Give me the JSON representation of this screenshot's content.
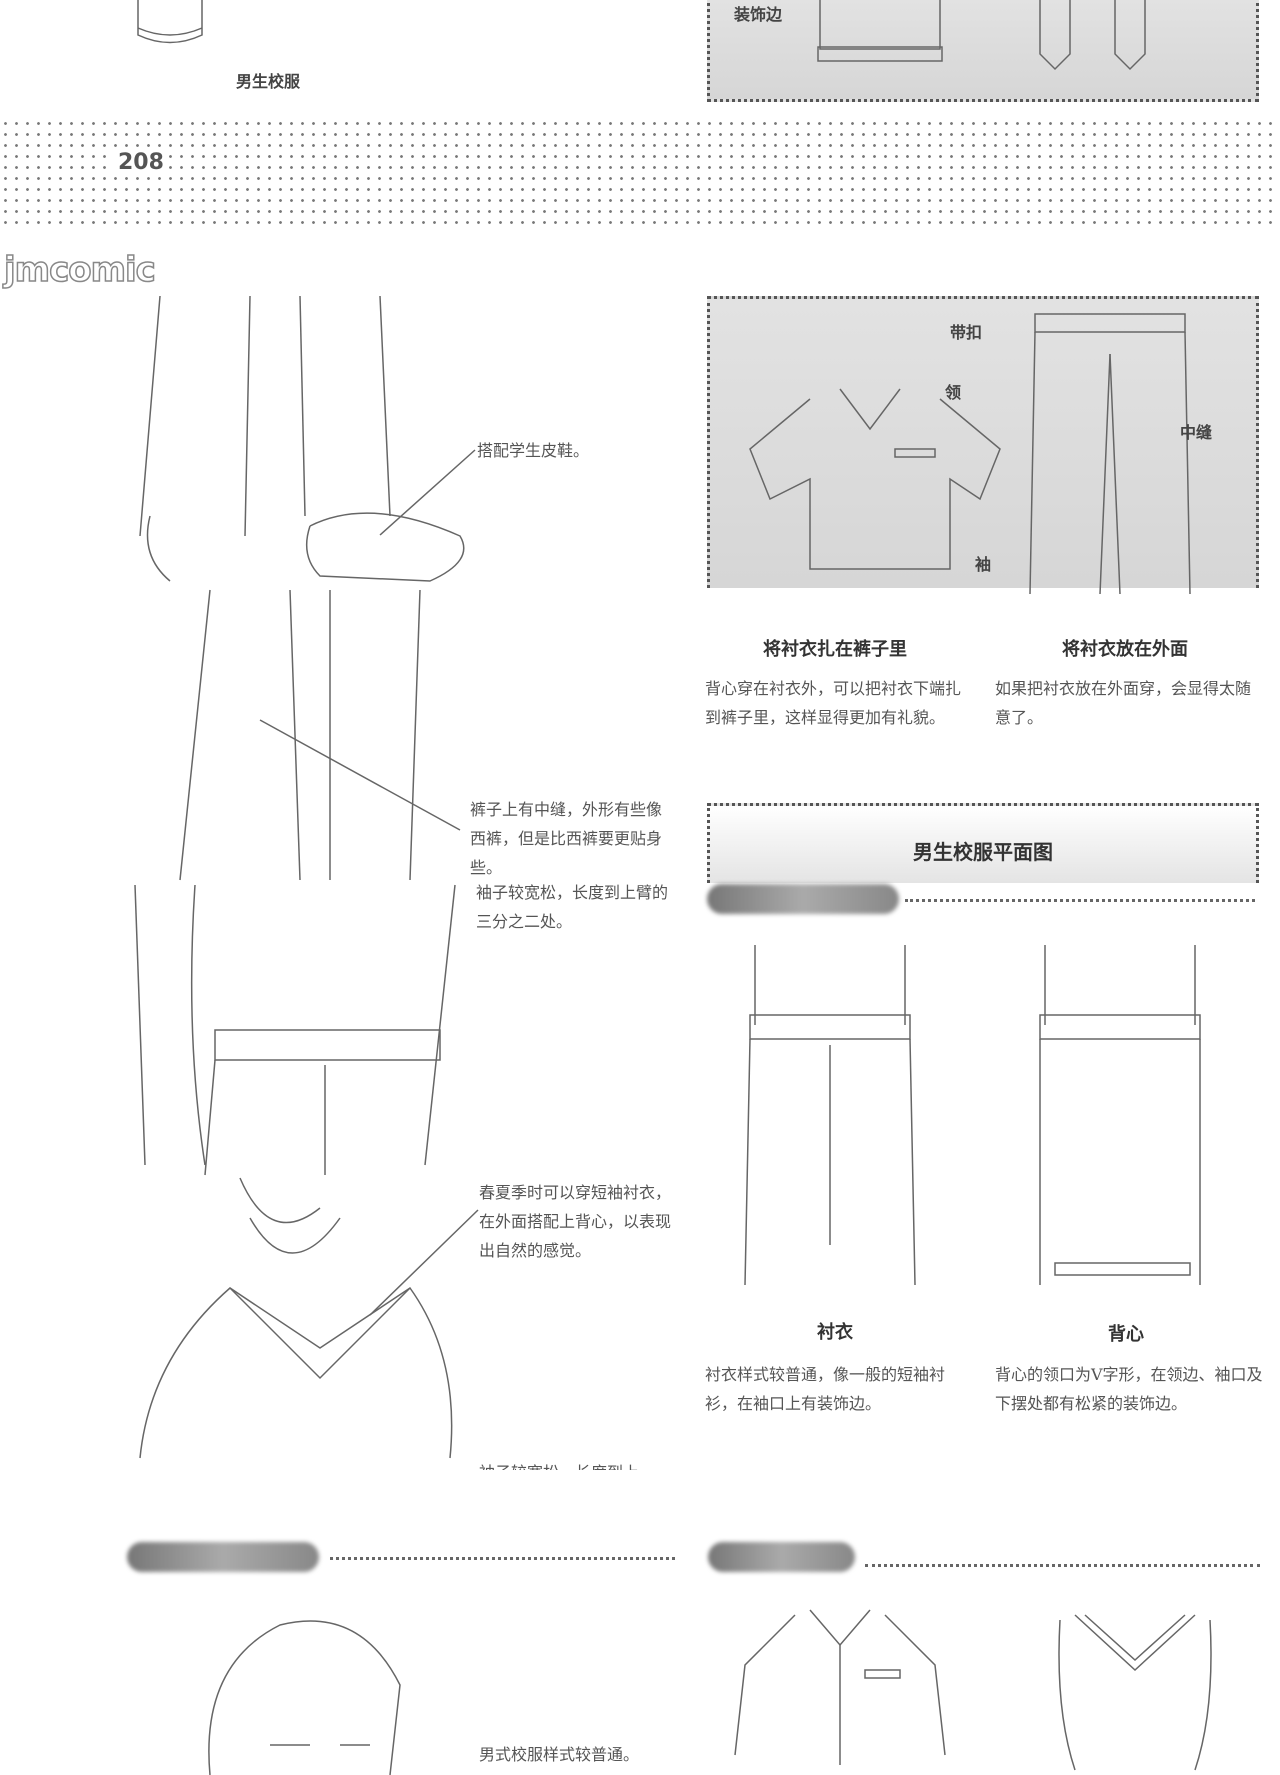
{
  "page_number": "208",
  "watermark": "jmcomic",
  "top": {
    "caption": "男生校服",
    "trim_label": "装饰边"
  },
  "flat_diagram_top": {
    "labels": {
      "buckle": "带扣",
      "collar": "领",
      "center_seam": "中缝",
      "sleeve": "袖"
    }
  },
  "tuck_options": [
    {
      "title": "将衬衣扎在裤子里",
      "text": "背心穿在衬衣外，可以把衬衣下端扎到裤子里，这样显得更加有礼貌。"
    },
    {
      "title": "将衬衣放在外面",
      "text": "如果把衬衣放在外面穿，会显得太随意了。"
    }
  ],
  "flat_section_title": "男生校服平面图",
  "garments": [
    {
      "title": "衬衣",
      "text": "衬衣样式较普通，像一般的短袖衬衫，在袖口上有装饰边。"
    },
    {
      "title": "背心",
      "text": "背心的领口为V字形，在领边、袖口及下摆处都有松紧的装饰边。"
    }
  ],
  "annotations": {
    "shoes": "搭配学生皮鞋。",
    "pants": "裤子上有中缝，外形有些像西裤，但是比西裤要更贴身些。",
    "sleeves": "袖子较宽松，长度到上臂的三分之二处。",
    "vest": "春夏季时可以穿短袖衬衣，在外面搭配上背心，以表现出自然的感觉。",
    "sleeves_repeat": "袖子较宽松，长度到上",
    "style": "男式校服样式较普通。"
  }
}
